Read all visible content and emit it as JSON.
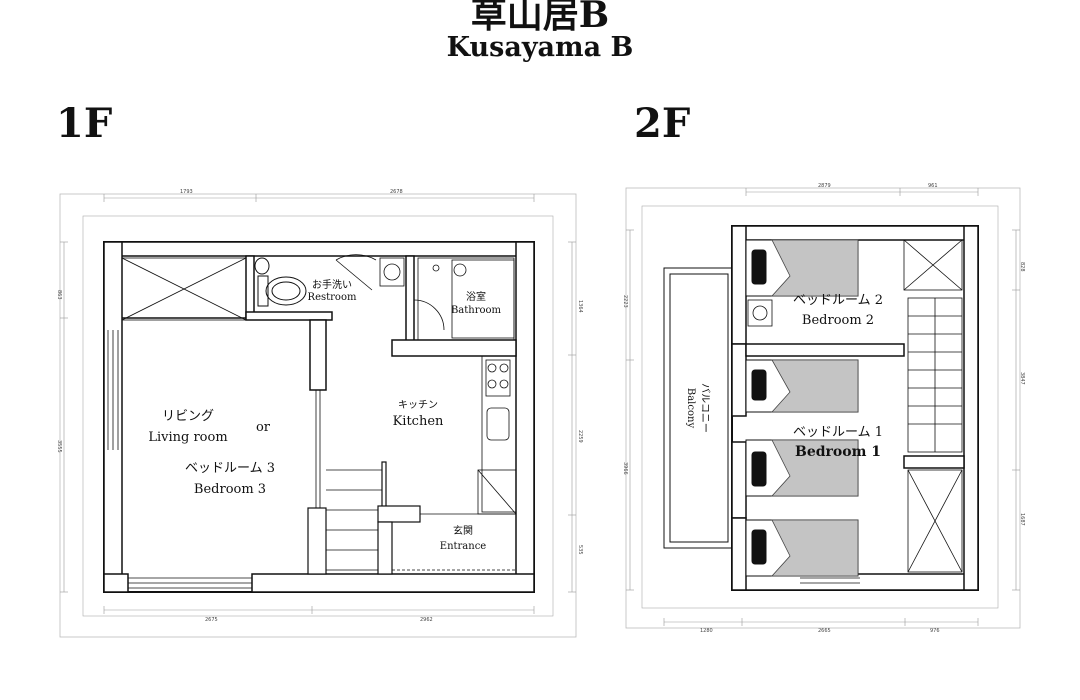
{
  "title": {
    "japanese": "草山居B",
    "english": "Kusayama B"
  },
  "floors": {
    "first": {
      "label": "1F",
      "rooms": {
        "restroom": {
          "jp": "お手洗い",
          "en": "Restroom"
        },
        "bathroom": {
          "jp": "浴室",
          "en": "Bathroom"
        },
        "living": {
          "jp": "リビング",
          "en": "Living room",
          "or": "or"
        },
        "bedroom3": {
          "jp": "ベッドルーム 3",
          "en": "Bedroom 3"
        },
        "kitchen": {
          "jp": "キッチン",
          "en": "Kitchen"
        },
        "entrance": {
          "jp": "玄関",
          "en": "Entrance"
        }
      },
      "dimensions": {
        "top_left": "1793",
        "top_right": "2678",
        "bottom_left": "2675",
        "bottom_right": "2962",
        "left_upper": "863",
        "left_main": "3555",
        "right_upper": "1364",
        "right_mid": "2259",
        "right_lower": "535"
      }
    },
    "second": {
      "label": "2F",
      "rooms": {
        "bedroom2": {
          "jp": "ベッドルーム 2",
          "en": "Bedroom 2"
        },
        "bedroom1": {
          "jp": "ベッドルーム 1",
          "en": "Bedroom 1"
        },
        "balcony": {
          "jp": "バルコニー",
          "en": "Balcony"
        }
      },
      "dimensions": {
        "top_left": "2879",
        "top_right": "961",
        "bottom_left": "1280",
        "bottom_mid": "2665",
        "bottom_right": "976",
        "left_upper": "2223",
        "left_lower": "3966",
        "right_a": "828",
        "right_b": "3847",
        "right_c": "1687"
      }
    }
  }
}
